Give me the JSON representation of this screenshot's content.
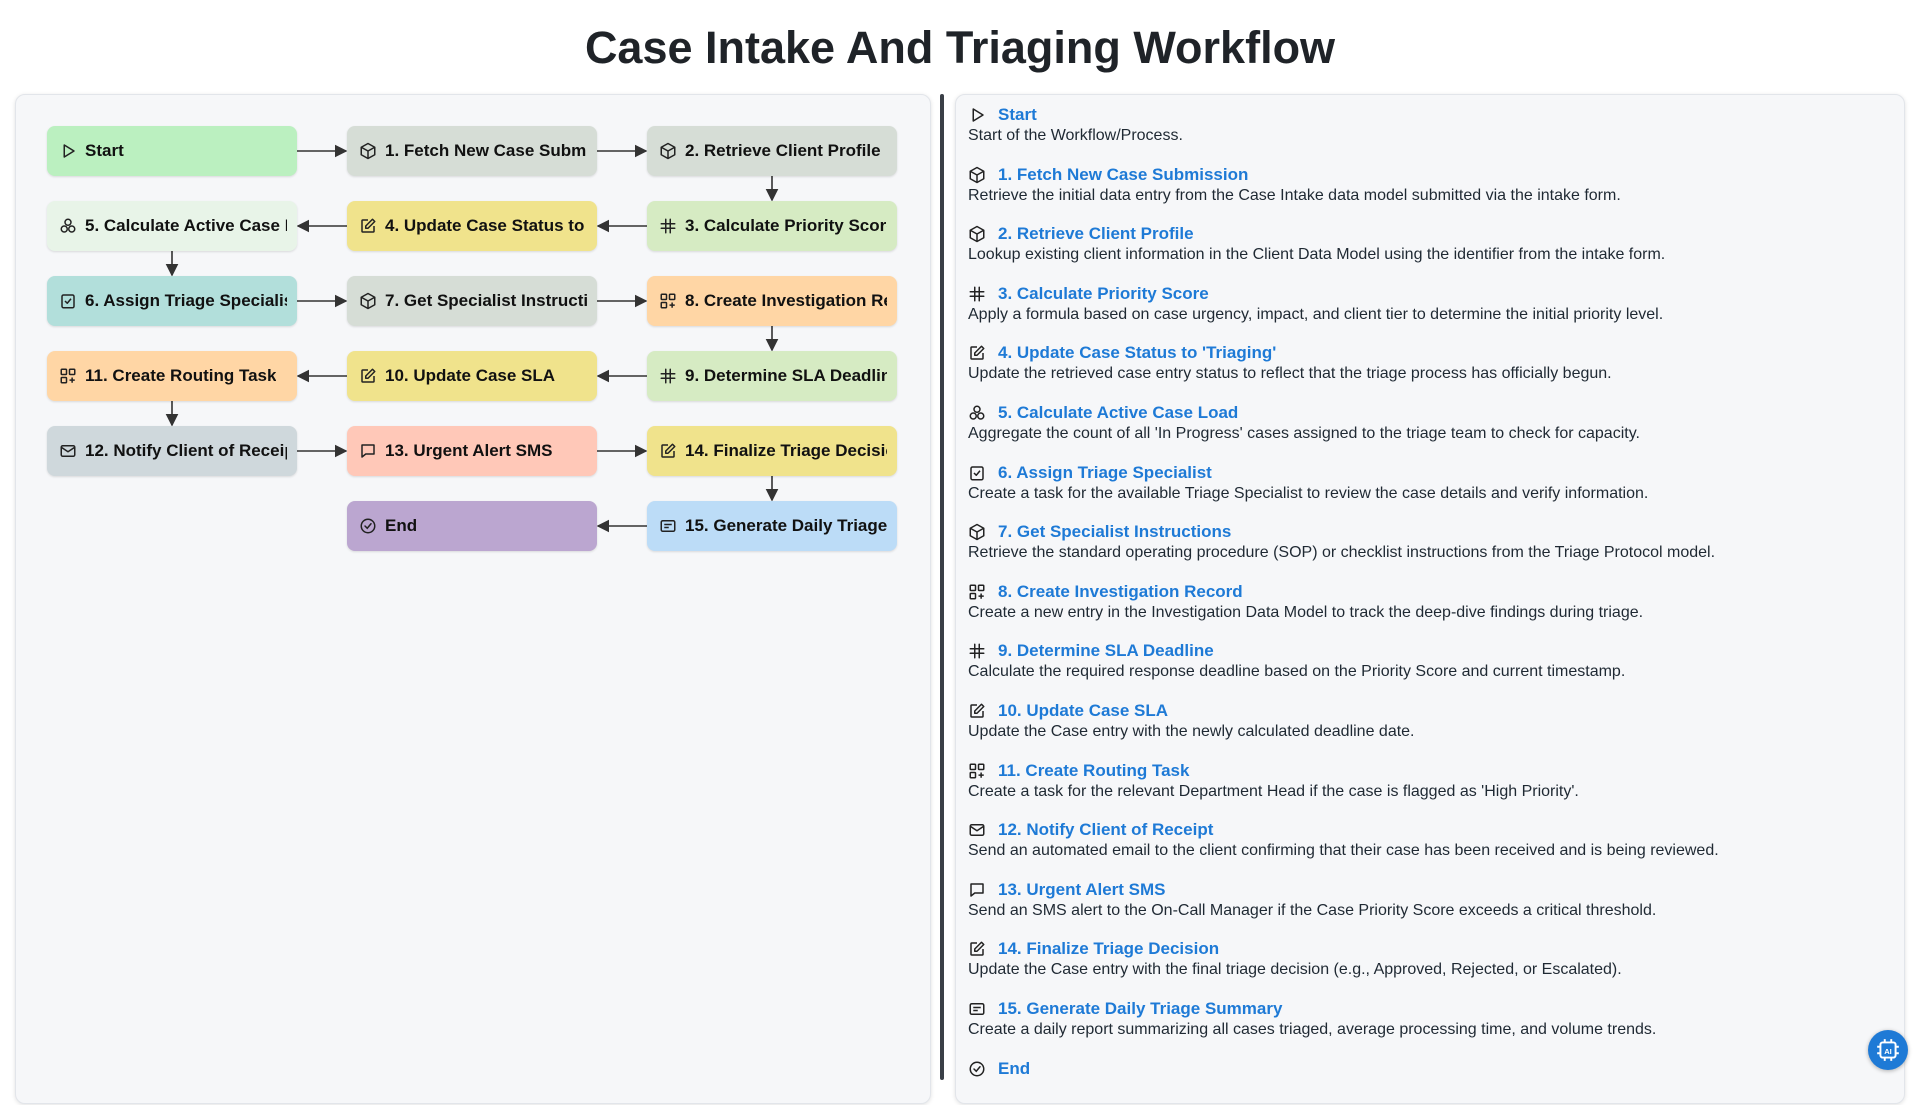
{
  "title": "Case Intake And Triaging Workflow",
  "colors": {
    "start": "#bbf0c0",
    "fetch": "#d6ddd6",
    "calc_formula": "#d6ebc3",
    "update": "#f0e38c",
    "aggregate": "#e8f4e8",
    "task": "#b2dfdb",
    "create": "#ffd6a5",
    "email": "#cfd8dc",
    "sms": "#ffc8b8",
    "report": "#bcdcf7",
    "end": "#bba6d0",
    "link": "#1e7ad6"
  },
  "nodes": [
    {
      "id": "start",
      "label": "Start",
      "icon": "play-icon",
      "color": "#bbf0c0"
    },
    {
      "id": "n1",
      "label": "1. Fetch New Case Submission",
      "icon": "cube-icon",
      "color": "#d6ddd6"
    },
    {
      "id": "n2",
      "label": "2. Retrieve Client Profile",
      "icon": "cube-icon",
      "color": "#d6ddd6"
    },
    {
      "id": "n3",
      "label": "3. Calculate Priority Score",
      "icon": "hash-icon",
      "color": "#d6ebc3"
    },
    {
      "id": "n4",
      "label": "4. Update Case Status to 'Triaging'",
      "icon": "edit-icon",
      "color": "#f0e38c"
    },
    {
      "id": "n5",
      "label": "5. Calculate Active Case Load",
      "icon": "aggregate-icon",
      "color": "#e8f4e8"
    },
    {
      "id": "n6",
      "label": "6. Assign Triage Specialist",
      "icon": "task-icon",
      "color": "#b2dfdb"
    },
    {
      "id": "n7",
      "label": "7. Get Specialist Instructions",
      "icon": "cube-icon",
      "color": "#d6ddd6"
    },
    {
      "id": "n8",
      "label": "8. Create Investigation Record",
      "icon": "grid-plus-icon",
      "color": "#ffd6a5"
    },
    {
      "id": "n9",
      "label": "9. Determine SLA Deadline",
      "icon": "hash-icon",
      "color": "#d6ebc3"
    },
    {
      "id": "n10",
      "label": "10. Update Case SLA",
      "icon": "edit-icon",
      "color": "#f0e38c"
    },
    {
      "id": "n11",
      "label": "11. Create Routing Task",
      "icon": "grid-plus-icon",
      "color": "#ffd6a5"
    },
    {
      "id": "n12",
      "label": "12. Notify Client of Receipt",
      "icon": "mail-icon",
      "color": "#cfd8dc"
    },
    {
      "id": "n13",
      "label": "13. Urgent Alert SMS",
      "icon": "sms-icon",
      "color": "#ffc8b8"
    },
    {
      "id": "n14",
      "label": "14. Finalize Triage Decision",
      "icon": "edit-icon",
      "color": "#f0e38c"
    },
    {
      "id": "n15",
      "label": "15. Generate Daily Triage Summary",
      "icon": "report-icon",
      "color": "#bcdcf7"
    },
    {
      "id": "end",
      "label": "End",
      "icon": "check-circle-icon",
      "color": "#bba6d0"
    }
  ],
  "descriptions": [
    {
      "title": "Start",
      "icon": "play-icon",
      "text": "Start of the Workflow/Process."
    },
    {
      "title": "1. Fetch New Case Submission",
      "icon": "cube-icon",
      "text": "Retrieve the initial data entry from the Case Intake data model submitted via the intake form."
    },
    {
      "title": "2. Retrieve Client Profile",
      "icon": "cube-icon",
      "text": "Lookup existing client information in the Client Data Model using the identifier from the intake form."
    },
    {
      "title": "3. Calculate Priority Score",
      "icon": "hash-icon",
      "text": "Apply a formula based on case urgency, impact, and client tier to determine the initial priority level."
    },
    {
      "title": "4. Update Case Status to 'Triaging'",
      "icon": "edit-icon",
      "text": "Update the retrieved case entry status to reflect that the triage process has officially begun."
    },
    {
      "title": "5. Calculate Active Case Load",
      "icon": "aggregate-icon",
      "text": "Aggregate the count of all 'In Progress' cases assigned to the triage team to check for capacity."
    },
    {
      "title": "6. Assign Triage Specialist",
      "icon": "task-icon",
      "text": "Create a task for the available Triage Specialist to review the case details and verify information."
    },
    {
      "title": "7. Get Specialist Instructions",
      "icon": "cube-icon",
      "text": "Retrieve the standard operating procedure (SOP) or checklist instructions from the Triage Protocol model."
    },
    {
      "title": "8. Create Investigation Record",
      "icon": "grid-plus-icon",
      "text": "Create a new entry in the Investigation Data Model to track the deep-dive findings during triage."
    },
    {
      "title": "9. Determine SLA Deadline",
      "icon": "hash-icon",
      "text": "Calculate the required response deadline based on the Priority Score and current timestamp."
    },
    {
      "title": "10. Update Case SLA",
      "icon": "edit-icon",
      "text": "Update the Case entry with the newly calculated deadline date."
    },
    {
      "title": "11. Create Routing Task",
      "icon": "grid-plus-icon",
      "text": "Create a task for the relevant Department Head if the case is flagged as 'High Priority'."
    },
    {
      "title": "12. Notify Client of Receipt",
      "icon": "mail-icon",
      "text": "Send an automated email to the client confirming that their case has been received and is being reviewed."
    },
    {
      "title": "13. Urgent Alert SMS",
      "icon": "sms-icon",
      "text": "Send an SMS alert to the On-Call Manager if the Case Priority Score exceeds a critical threshold."
    },
    {
      "title": "14. Finalize Triage Decision",
      "icon": "edit-icon",
      "text": "Update the Case entry with the final triage decision (e.g., Approved, Rejected, or Escalated)."
    },
    {
      "title": "15. Generate Daily Triage Summary",
      "icon": "report-icon",
      "text": "Create a daily report summarizing all cases triaged, average processing time, and volume trends."
    },
    {
      "title": "End",
      "icon": "check-circle-icon",
      "text": ""
    }
  ]
}
